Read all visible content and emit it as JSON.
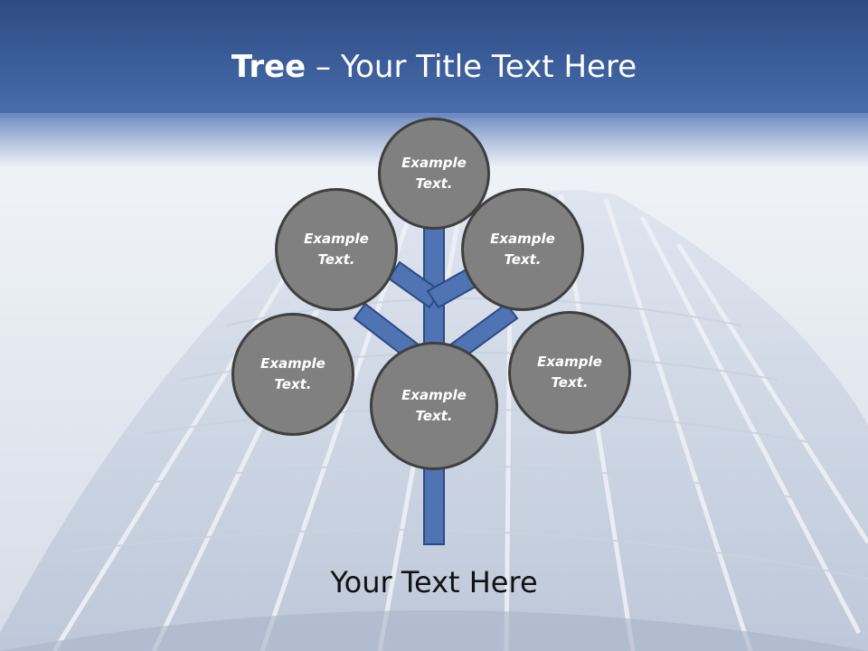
{
  "title": {
    "bold": "Tree",
    "separator": " – ",
    "rest": "Your Title Text Here"
  },
  "nodes": [
    {
      "line1": "Example",
      "line2": "Text."
    },
    {
      "line1": "Example",
      "line2": "Text."
    },
    {
      "line1": "Example",
      "line2": "Text."
    },
    {
      "line1": "Example",
      "line2": "Text."
    },
    {
      "line1": "Example",
      "line2": "Text."
    },
    {
      "line1": "Example",
      "line2": "Text."
    }
  ],
  "footer": {
    "text": "Your Text Here"
  },
  "colors": {
    "header": "#3a5c98",
    "trunk": "#4f73b3",
    "trunk_border": "#2c4a85",
    "node_fill": "#808080",
    "node_border": "#3f3f3f"
  }
}
